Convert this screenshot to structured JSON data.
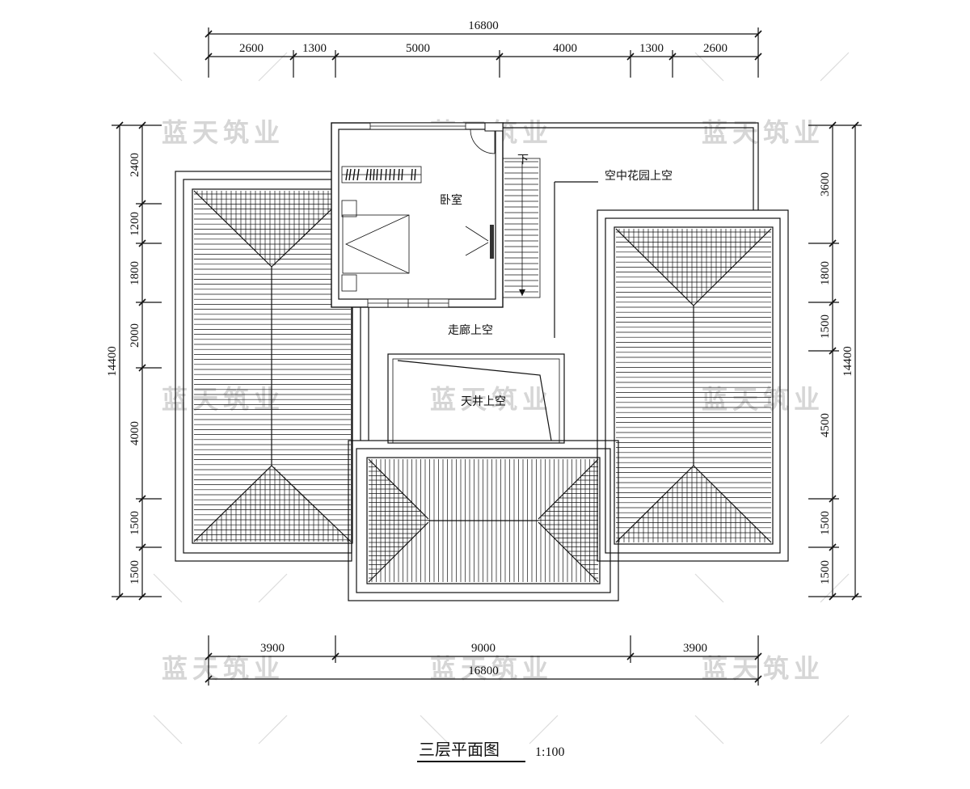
{
  "drawing": {
    "title": "三层平面图",
    "scale": "1:100",
    "watermark": "蓝天筑业"
  },
  "dimensions": {
    "top_total": "16800",
    "top_segments": [
      "2600",
      "1300",
      "5000",
      "4000",
      "1300",
      "2600"
    ],
    "bottom_total": "16800",
    "bottom_segments": [
      "3900",
      "9000",
      "3900"
    ],
    "left_total": "14400",
    "left_segments": [
      "2400",
      "1200",
      "1800",
      "2000",
      "4000",
      "1500",
      "1500"
    ],
    "right_total": "14400",
    "right_segments": [
      "3600",
      "1800",
      "1500",
      "4500",
      "1500",
      "1500"
    ]
  },
  "rooms": {
    "bedroom": "卧室",
    "stair_down": "下",
    "sky_garden": "空中花园上空",
    "corridor": "走廊上空",
    "courtyard": "天井上空"
  }
}
